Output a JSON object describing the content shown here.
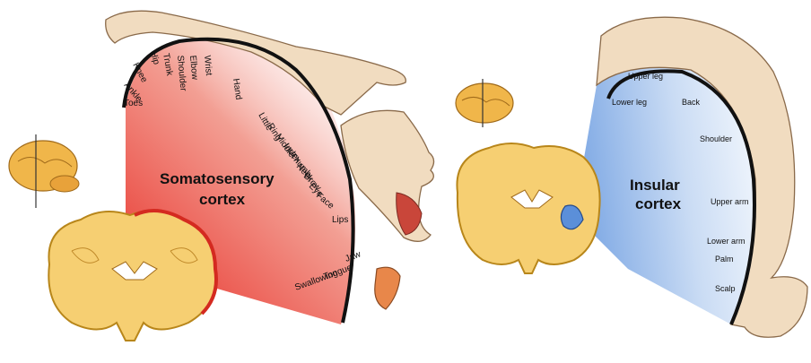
{
  "somatosensory": {
    "title_line1": "Somatosensory",
    "title_line2": "cortex",
    "labels": [
      "Toes",
      "Ankle",
      "Knee",
      "Hip",
      "Trunk",
      "Shoulder",
      "Elbow",
      "Wrist",
      "Hand",
      "Little",
      "Ring",
      "Middle",
      "Index",
      "Thumb",
      "Neck",
      "Brow",
      "Eye",
      "Face",
      "Lips",
      "Jaw",
      "Tongue",
      "Swallowing"
    ]
  },
  "insular": {
    "title_line1": "Insular",
    "title_line2": "cortex",
    "labels": [
      "Upper leg",
      "Lower leg",
      "Back",
      "Shoulder",
      "Upper arm",
      "Lower arm",
      "Palm",
      "Scalp"
    ]
  },
  "colors": {
    "somatosensory_red": "#e8322a",
    "insular_blue": "#5b8fd9",
    "brain_tan": "#f3c766",
    "skin": "#f1dcc0"
  }
}
